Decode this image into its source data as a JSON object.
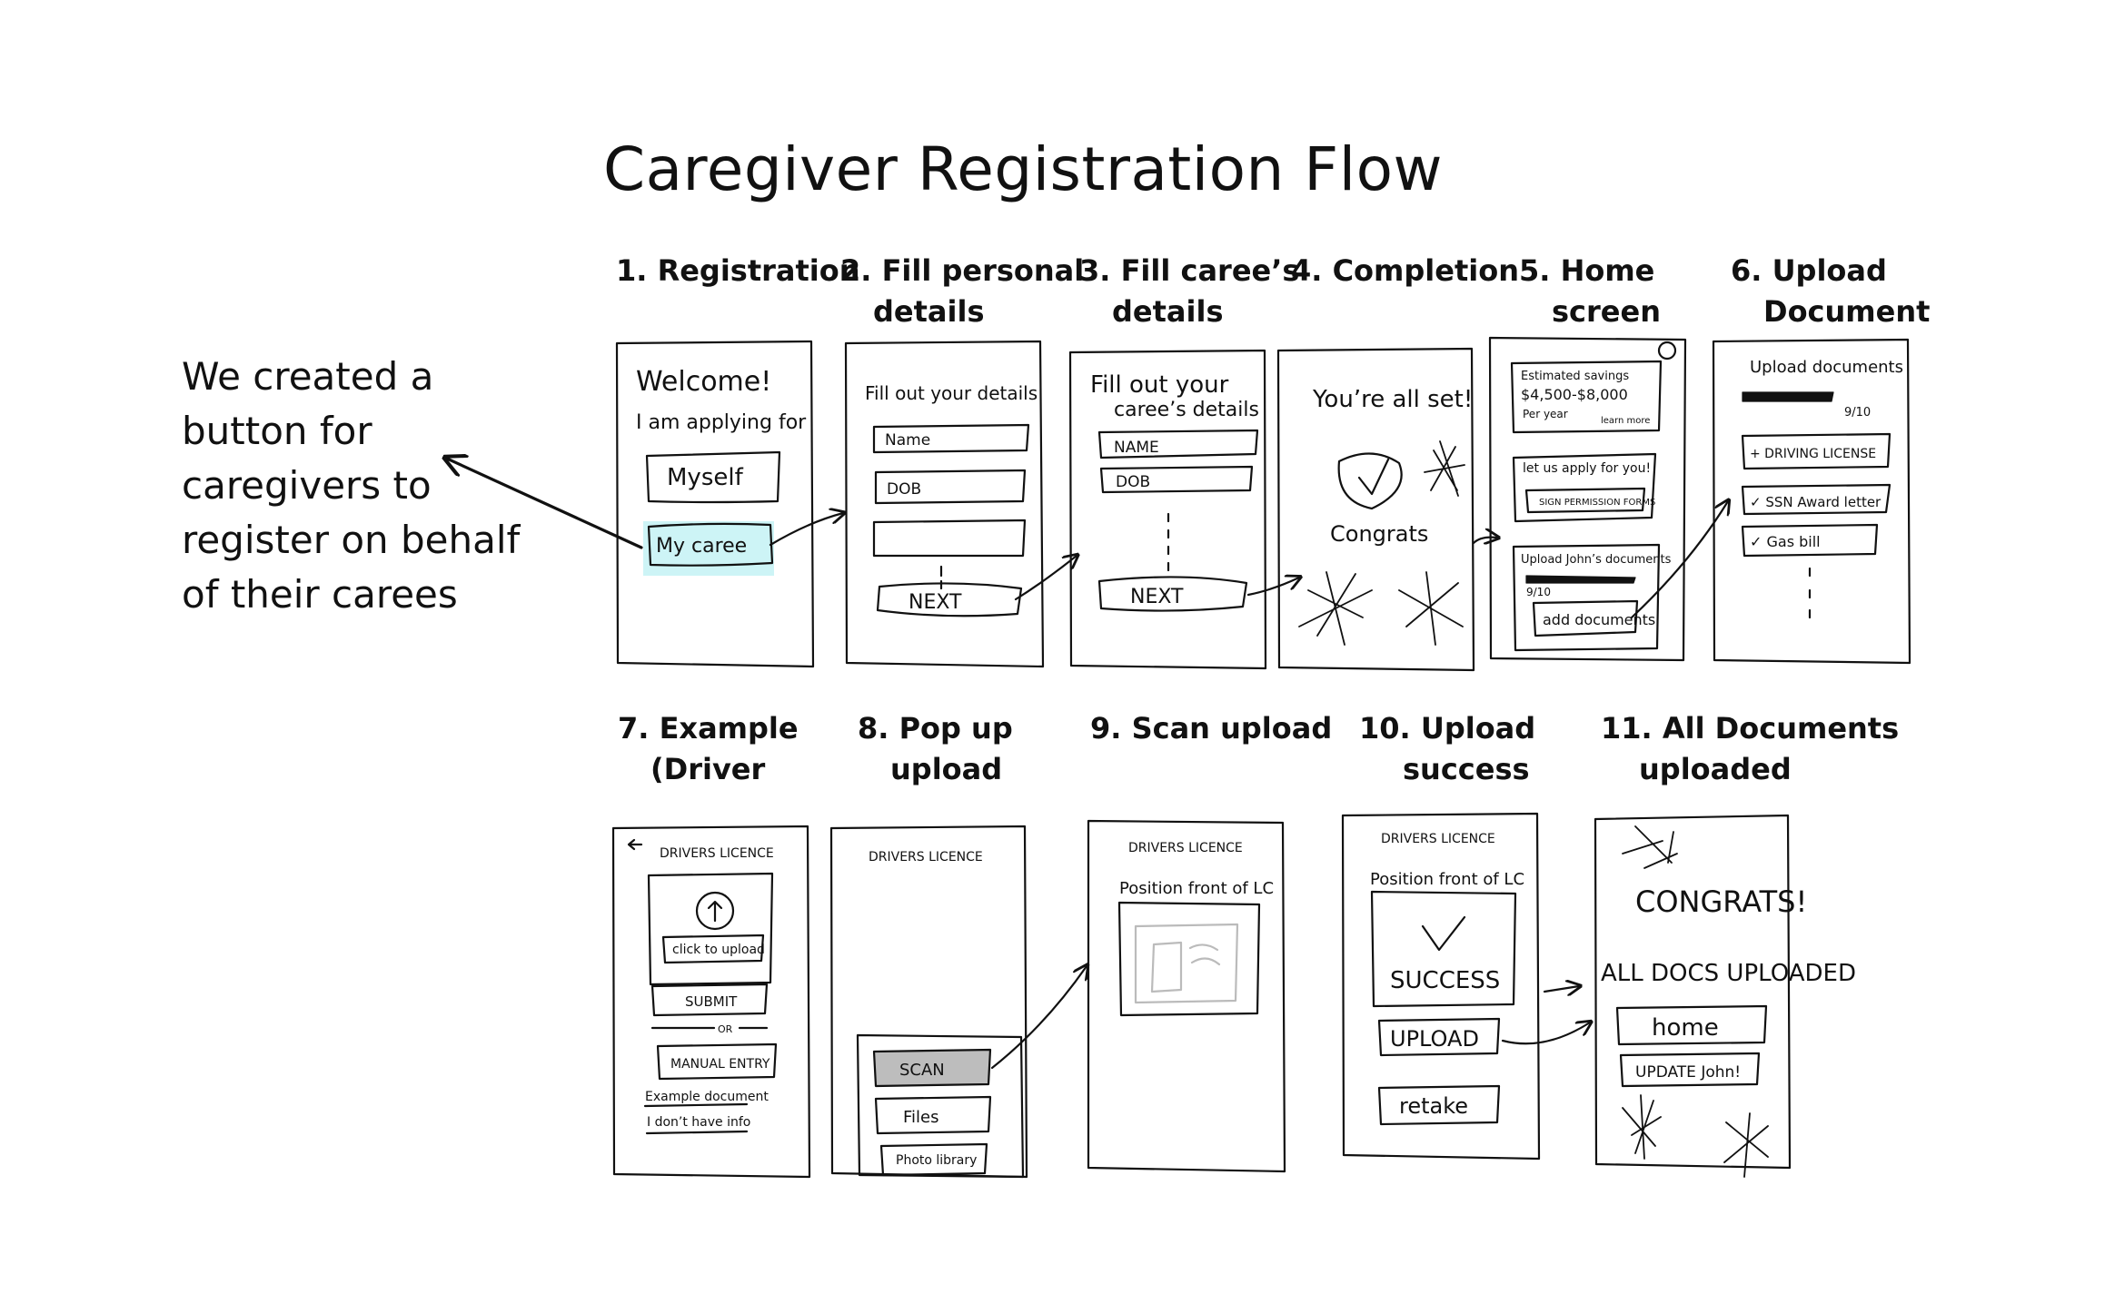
{
  "title": "Caregiver Registration Flow",
  "annotation": {
    "lines": [
      "We created a",
      "button for",
      "caregivers to",
      "register on behalf",
      "of their carees"
    ],
    "highlight_color": "#cdf4f6"
  },
  "steps": [
    {
      "num": "1.",
      "line1": "Registration",
      "line2": ""
    },
    {
      "num": "2.",
      "line1": "Fill personal",
      "line2": "details"
    },
    {
      "num": "3.",
      "line1": "Fill caree’s",
      "line2": "details"
    },
    {
      "num": "4.",
      "line1": "Completion",
      "line2": ""
    },
    {
      "num": "5.",
      "line1": "Home",
      "line2": "screen"
    },
    {
      "num": "6.",
      "line1": "Upload",
      "line2": "Document"
    },
    {
      "num": "7.",
      "line1": "Example",
      "line2": "(Driver"
    },
    {
      "num": "8.",
      "line1": "Pop up",
      "line2": "upload"
    },
    {
      "num": "9.",
      "line1": "Scan upload",
      "line2": ""
    },
    {
      "num": "10.",
      "line1": "Upload",
      "line2": "success"
    },
    {
      "num": "11.",
      "line1": "All Documents",
      "line2": "uploaded"
    }
  ],
  "screens": {
    "s1": {
      "welcome": "Welcome!",
      "applying": "I am applying for",
      "myself": "Myself",
      "caree": "My caree"
    },
    "s2": {
      "heading": "Fill out your details",
      "name": "Name",
      "dob": "DOB",
      "next": "NEXT"
    },
    "s3": {
      "heading1": "Fill out your",
      "heading2": "caree’s details",
      "name": "NAME",
      "dob": "DOB",
      "next": "NEXT"
    },
    "s4": {
      "heading": "You’re all set!",
      "congrats": "Congrats"
    },
    "s5": {
      "savings1": "Estimated savings",
      "savings2": "$4,500-$8,000",
      "savings3": "Per year",
      "learn": "learn more",
      "apply": "let us apply for you!",
      "sign": "SIGN PERMISSION FORMS",
      "upload": "Upload John’s documents",
      "progress": "9/10",
      "add": "add documents"
    },
    "s6": {
      "heading": "Upload documents",
      "progress": "9/10",
      "doc1": "+ DRIVING LICENSE",
      "doc2": "✓ SSN Award letter",
      "doc3": "✓ Gas bill"
    },
    "s7": {
      "heading": "DRIVERS LICENCE",
      "click": "click to upload",
      "submit": "SUBMIT",
      "or": "OR",
      "manual": "MANUAL ENTRY",
      "example": "Example document",
      "noinfo": "I don’t have info"
    },
    "s8": {
      "heading": "DRIVERS LICENCE",
      "scan": "SCAN",
      "files": "Files",
      "photo": "Photo library"
    },
    "s9": {
      "heading": "DRIVERS LICENCE",
      "position": "Position front of LC"
    },
    "s10": {
      "heading": "DRIVERS LICENCE",
      "position": "Position front of LC",
      "success": "SUCCESS",
      "upload": "UPLOAD",
      "retake": "retake"
    },
    "s11": {
      "congrats": "CONGRATS!",
      "all": "ALL DOCS UPLOADED",
      "home": "home",
      "update": "UPDATE John!"
    }
  }
}
